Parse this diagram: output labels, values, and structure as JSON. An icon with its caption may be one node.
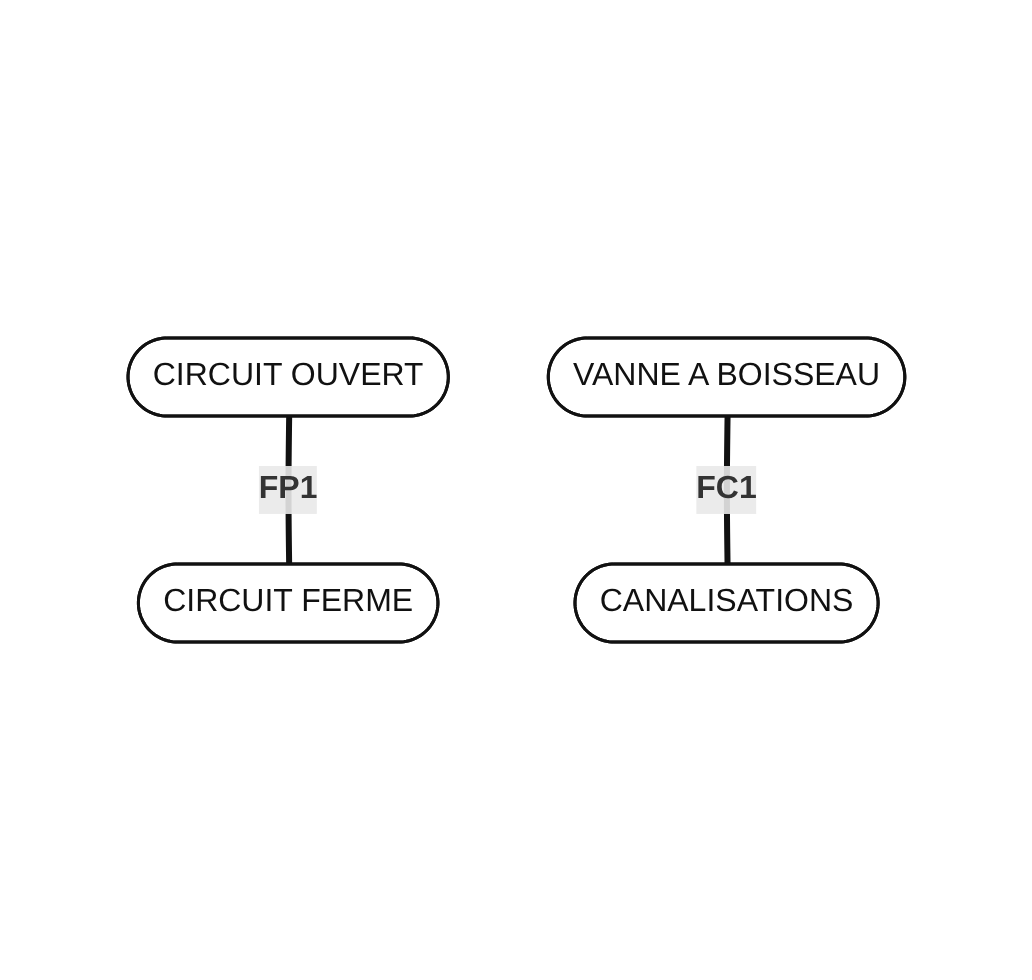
{
  "diagram": {
    "nodes": [
      {
        "text": [
          "CIRCUIT OUVERT"
        ]
      },
      {
        "text": [
          "CIRCUIT FERME"
        ]
      },
      {
        "text": [
          "VANNE A BOISSEAU"
        ]
      },
      {
        "text": [
          "CANALISATIONS"
        ]
      }
    ],
    "edges": [
      {
        "from": 0,
        "to": 1,
        "arrow": "none",
        "label": "FP1"
      },
      {
        "from": 2,
        "to": 3,
        "arrow": "none",
        "label": "FC1"
      }
    ]
  }
}
